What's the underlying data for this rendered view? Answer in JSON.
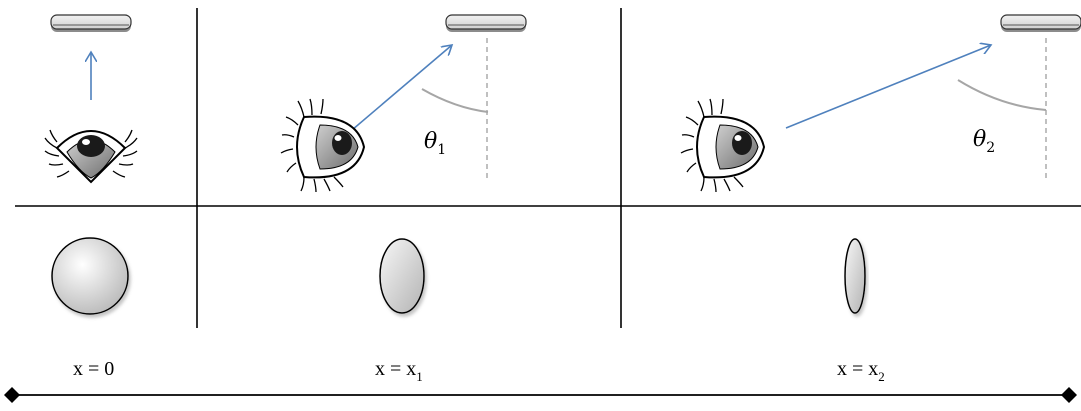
{
  "angles": [
    {
      "symbol": "θ",
      "subscript": "1"
    },
    {
      "symbol": "θ",
      "subscript": "2"
    }
  ],
  "positions": [
    {
      "text": "x = 0",
      "subscript": ""
    },
    {
      "text": "x = x",
      "subscript": "1"
    },
    {
      "text": "x = x",
      "subscript": "2"
    }
  ],
  "colors": {
    "arrow": "#4f81bd",
    "grid": "#000000",
    "angle_arc": "#a6a6a6",
    "dashed": "#a6a6a6"
  }
}
